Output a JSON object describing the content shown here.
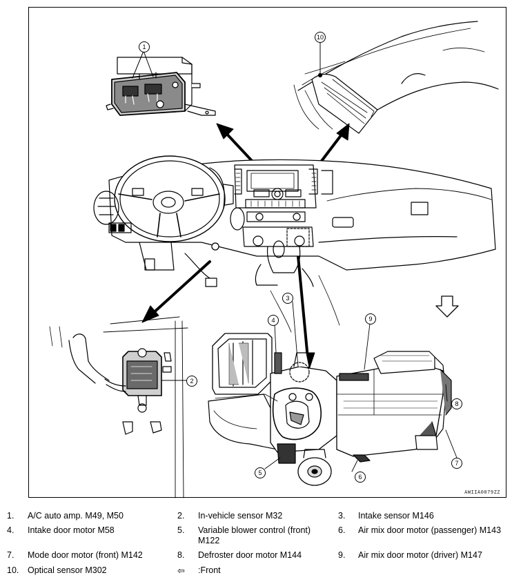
{
  "figure": {
    "code": "AWIIA0079ZZ",
    "callouts": [
      "1",
      "2",
      "3",
      "4",
      "5",
      "6",
      "7",
      "8",
      "9",
      "10"
    ]
  },
  "legend": {
    "items": [
      {
        "num": "1.",
        "text": "A/C auto amp. M49, M50"
      },
      {
        "num": "2.",
        "text": "In-vehicle sensor M32"
      },
      {
        "num": "3.",
        "text": "Intake sensor M146"
      },
      {
        "num": "4.",
        "text": "Intake door motor M58"
      },
      {
        "num": "5.",
        "text": "Variable blower control (front) M122"
      },
      {
        "num": "6.",
        "text": "Air mix door motor (passenger) M143"
      },
      {
        "num": "7.",
        "text": "Mode door motor (front) M142"
      },
      {
        "num": "8.",
        "text": "Defroster door motor M144"
      },
      {
        "num": "9.",
        "text": "Air mix door motor (driver) M147"
      },
      {
        "num": "10.",
        "text": "Optical sensor M302"
      }
    ],
    "front_symbol": "⇦",
    "front_label": ":Front"
  }
}
